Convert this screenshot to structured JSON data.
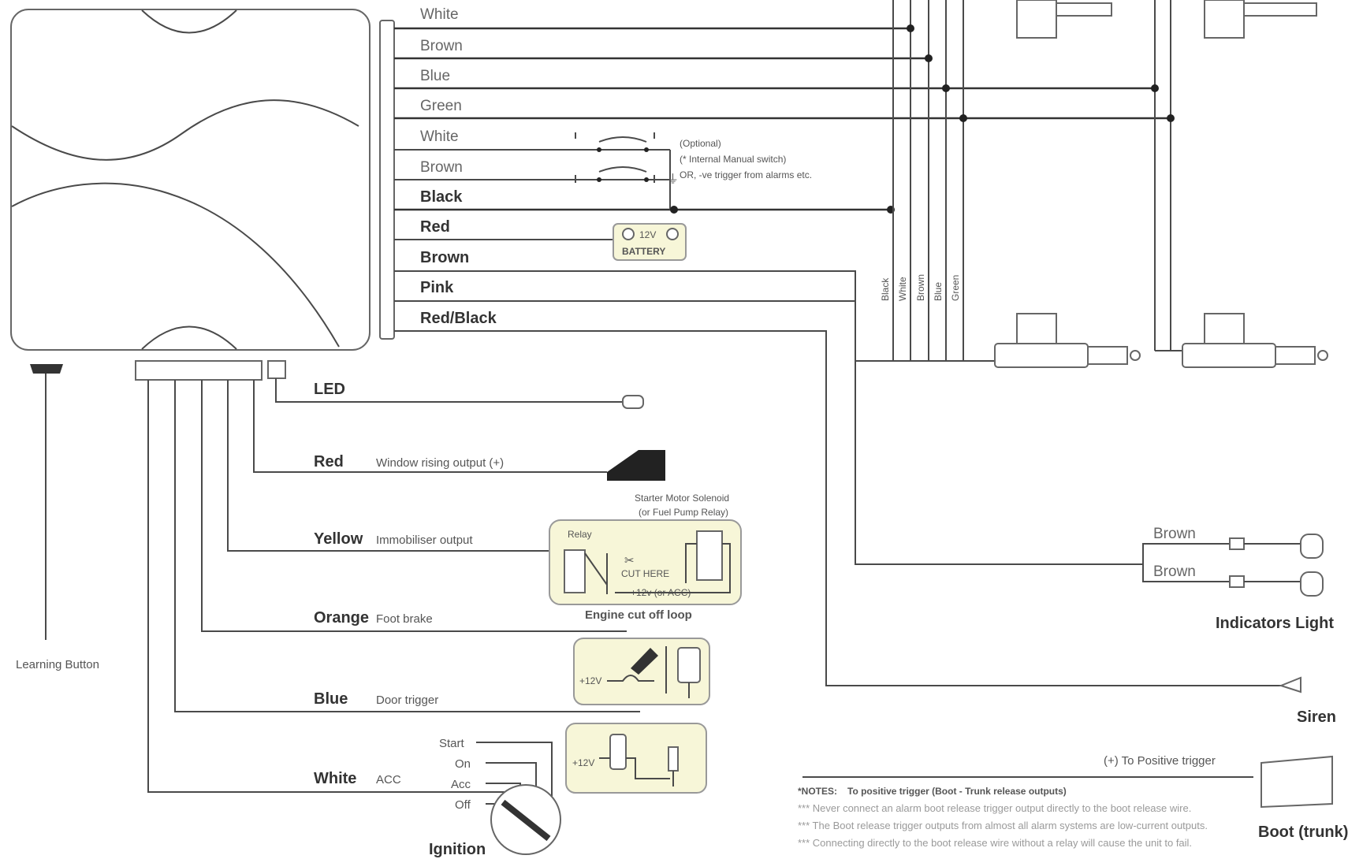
{
  "unit_wires": {
    "white_1": "White",
    "brown_1": "Brown",
    "blue_1": "Blue",
    "green_1": "Green",
    "white_2": "White",
    "brown_2": "Brown",
    "black": "Black",
    "red": "Red",
    "brown_3": "Brown",
    "pink": "Pink",
    "red_black": "Red/Black"
  },
  "optional_note": {
    "line1": "(Optional)",
    "line2": "(* Internal Manual switch)",
    "line3": "OR, -ve trigger from alarms etc."
  },
  "battery": {
    "voltage": "12V",
    "label": "BATTERY"
  },
  "actuator_wire_labels": [
    "Black",
    "White",
    "Brown",
    "Blue",
    "Green"
  ],
  "lower_wires": {
    "led": "LED",
    "red": "Red",
    "red_desc": "Window rising output (+)",
    "yellow": "Yellow",
    "yellow_desc": "Immobiliser output",
    "orange": "Orange",
    "orange_desc": "Foot brake",
    "blue": "Blue",
    "blue_desc": "Door trigger",
    "white": "White",
    "white_desc": "ACC"
  },
  "relay_box": {
    "starter_line1": "Starter Motor Solenoid",
    "starter_line2": "(or Fuel Pump Relay)",
    "relay": "Relay",
    "cut_here": "CUT HERE",
    "plus12": "+12v (or ACC)",
    "caption": "Engine cut off loop"
  },
  "plus12": "+12V",
  "ignition": {
    "start": "Start",
    "on": "On",
    "acc": "Acc",
    "off": "Off",
    "caption": "Ignition"
  },
  "learning_button": "Learning Button",
  "indicators": {
    "brown_1": "Brown",
    "brown_2": "Brown",
    "caption": "Indicators Light"
  },
  "siren": "Siren",
  "boot": {
    "trigger": "(+) To Positive trigger",
    "caption": "Boot (trunk)"
  },
  "notes": {
    "title_red": "*NOTES:",
    "title_rest": " To positive trigger (Boot - Trunk release outputs)",
    "line1": "*** Never connect an alarm boot release trigger output directly to the boot release wire.",
    "line2": "*** The Boot release trigger outputs from almost all alarm systems are low-current outputs.",
    "line3": "*** Connecting directly to the boot release wire without a relay will cause the unit to fail."
  },
  "colors": {
    "note_red": "#d42020",
    "highlight": "#f7f6d8",
    "wire": "#4a4a4a"
  }
}
